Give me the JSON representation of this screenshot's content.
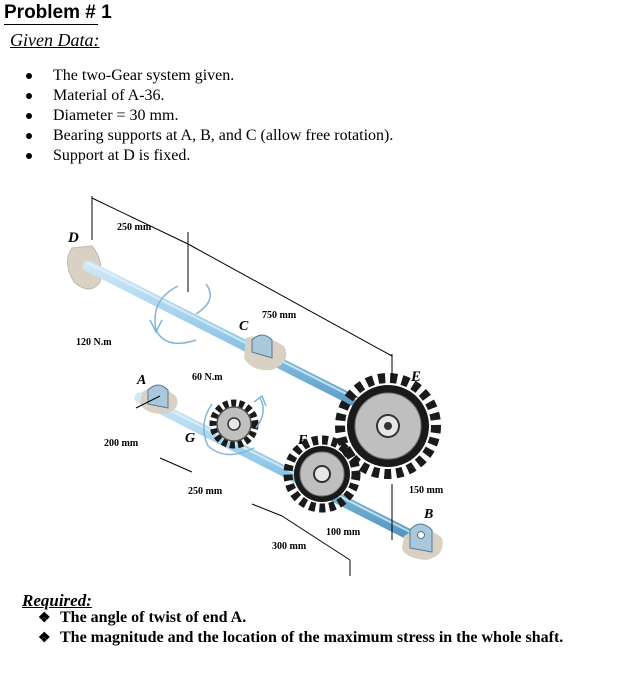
{
  "header": {
    "title": "Problem # 1",
    "given_heading": "Given Data:"
  },
  "given_items": [
    "The two-Gear system given.",
    "Material of A-36.",
    "Diameter = 30 mm.",
    "Bearing supports at A, B, and C (allow free rotation).",
    "Support at D is fixed."
  ],
  "figure": {
    "labels": {
      "D": "D",
      "C": "C",
      "A": "A",
      "G": "G",
      "F": "F",
      "E": "E",
      "B": "B"
    },
    "dimensions": {
      "d250_top": "250 mm",
      "d750": "750 mm",
      "torque120": "120 N.m",
      "torque60": "60 N.m",
      "d200": "200 mm",
      "d250_mid": "250 mm",
      "d150": "150 mm",
      "d100": "100 mm",
      "d300": "300 mm"
    },
    "colors": {
      "shaft": "#8ec6e6",
      "support": "#d9d2c4",
      "gear": "#1a1a1a",
      "gear_face": "#bfbfbf"
    }
  },
  "required": {
    "heading": "Required:",
    "items": [
      "The angle of twist of end A.",
      "The magnitude and the location of the maximum stress in the whole shaft."
    ]
  }
}
